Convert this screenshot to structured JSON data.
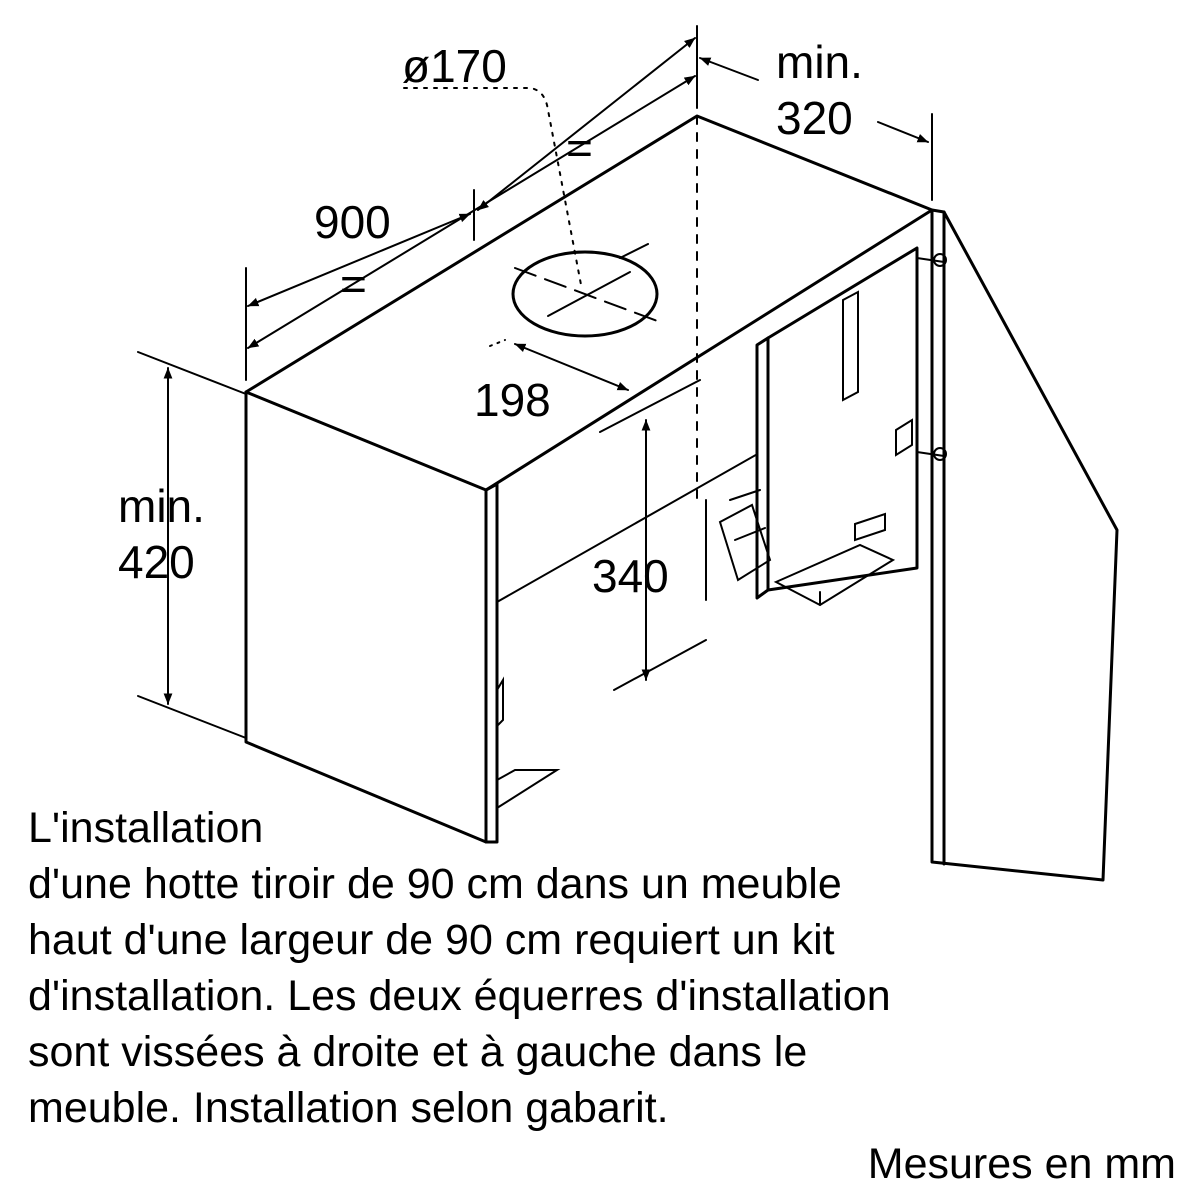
{
  "dimensions": {
    "duct_diameter": "ø170",
    "width": "900",
    "equal_left": "=",
    "equal_right": "=",
    "depth_label": "min.",
    "depth_value": "320",
    "height_label": "min.",
    "height_value": "420",
    "duct_offset": "198",
    "inner_height": "340"
  },
  "note": {
    "lines": [
      "L'installation",
      "d'une hotte tiroir de 90 cm dans un meuble",
      "haut d'une largeur de 90 cm requiert un kit",
      "d'installation. Les deux équerres d'installation",
      "sont vissées à droite et à gauche dans le",
      "meuble. Installation selon gabarit."
    ]
  },
  "units_label": "Mesures en mm"
}
